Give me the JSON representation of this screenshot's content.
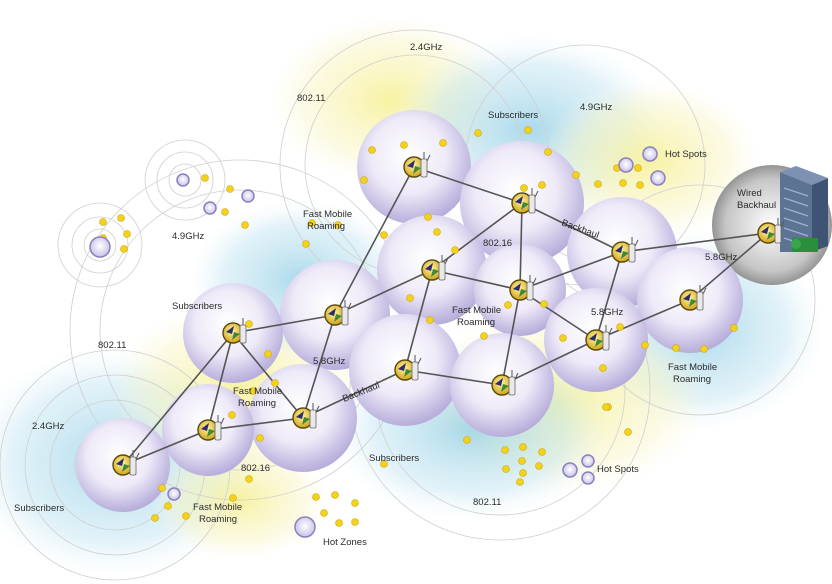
{
  "labels": {
    "ghz24_top": "2.4GHz",
    "ghz49_top": "4.9GHz",
    "wifi_top": "802.11",
    "subscribers_top": "Subscribers",
    "hot_spots_top": "Hot Spots",
    "ghz49_left": "4.9GHz",
    "fmr_top_1": "Fast Mobile",
    "fmr_top_2": "Roaming",
    "wired_backhaul_1": "Wired",
    "wired_backhaul_2": "Backhaul",
    "backhaul_top": "Backhaul",
    "ieee80216_mid": "802.16",
    "ghz58_right": "5.8GHz",
    "subscribers_left": "Subscribers",
    "fmr_center_1": "Fast Mobile",
    "fmr_center_2": "Roaming",
    "ghz58_mid_right": "5.8GHz",
    "wifi_left": "802.11",
    "ghz58_center": "5.8GHz",
    "fmr_left_1": "Fast Mobile",
    "fmr_left_2": "Roaming",
    "backhaul_mid": "Backhaul",
    "fmr_right_1": "Fast Mobile",
    "fmr_right_2": "Roaming",
    "ghz24_left": "2.4GHz",
    "ieee80216_left": "802.16",
    "subscribers_bottom": "Subscribers",
    "hot_spots_bottom": "Hot Spots",
    "subscribers_bottom_left": "Subscribers",
    "fmr_bottom_1": "Fast Mobile",
    "fmr_bottom_2": "Roaming",
    "wifi_bottom": "802.11",
    "hot_zones": "Hot Zones"
  },
  "colors": {
    "node_fill_edge": "#bcb3e0",
    "node_fill_center": "#ffffff",
    "link": "#555555",
    "subscriber_dot": "#f4d21c",
    "hot_spot_ring": "#9d92cc",
    "halo_blue": "#b9e0ef",
    "halo_yellow": "#f7f3b8",
    "ring_line": "#cfcfcf",
    "building": "#5d7394"
  },
  "icons": {
    "node": "radio-node-icon",
    "building": "building-icon",
    "subscriber": "subscriber-dot-icon",
    "hotspot": "hotspot-ring-icon"
  }
}
